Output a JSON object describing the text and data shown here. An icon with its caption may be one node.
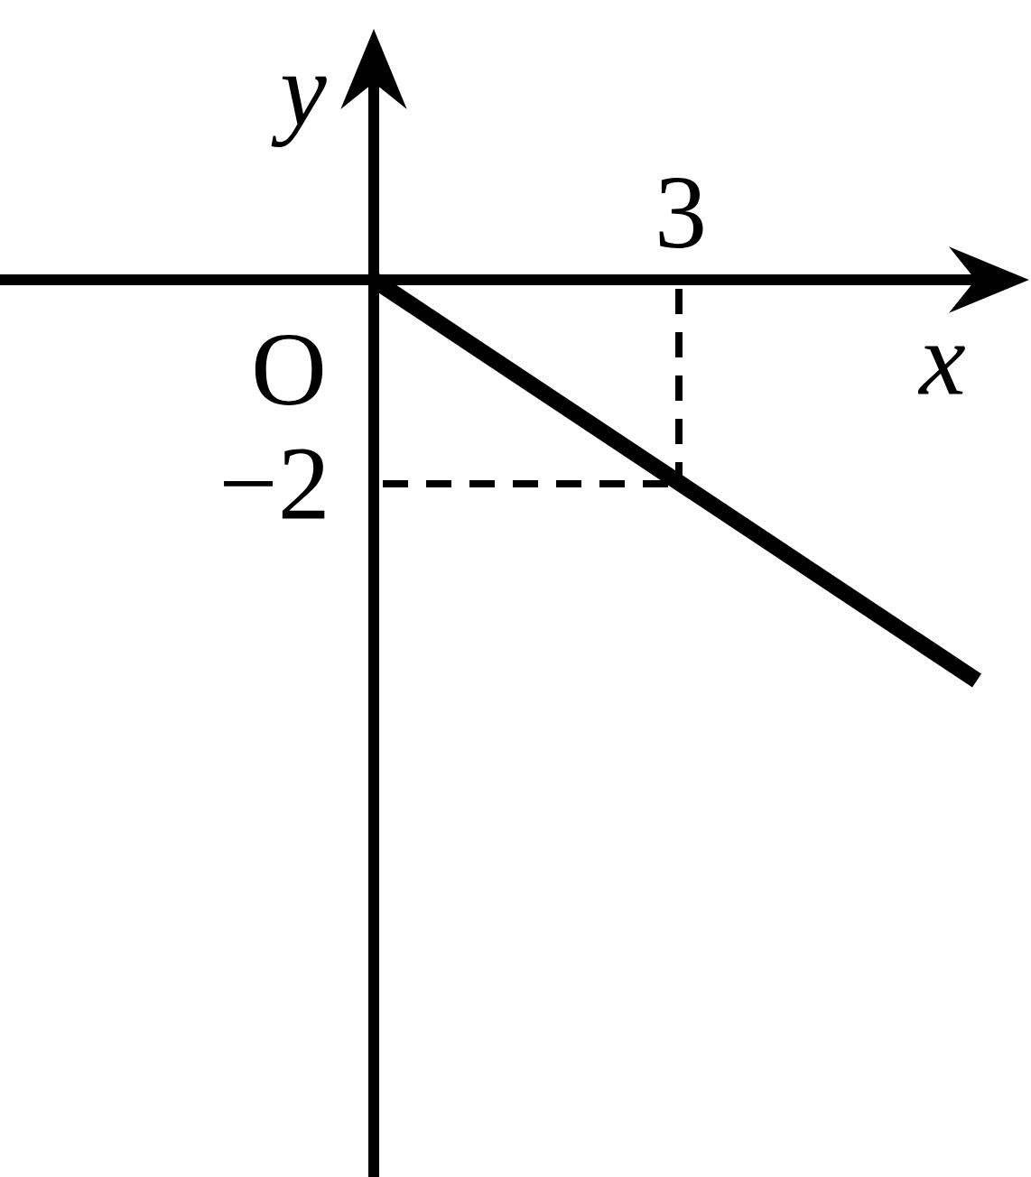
{
  "diagram": {
    "labels": [
      "y",
      "3",
      "O",
      "x",
      "−2"
    ]
  }
}
